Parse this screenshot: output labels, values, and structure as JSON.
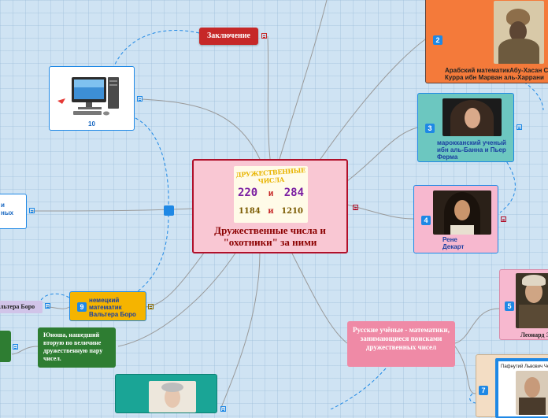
{
  "central": {
    "title": "Дружественные числа и \"охотники\" за ними",
    "image_heading": "ДРУЖЕСТВЕННЫЕ ЧИСЛА",
    "pair1_a": "220",
    "pair1_and": "и",
    "pair1_b": "284",
    "pair2_a": "1184",
    "pair2_and": "и",
    "pair2_b": "1210"
  },
  "conclusion": {
    "label": "Заключение"
  },
  "computer": {
    "caption": "10"
  },
  "left_cut": {
    "line1": "и",
    "line2": "ных"
  },
  "left_tag": {
    "label": "альтера Боро"
  },
  "german": {
    "label": "немецкий математик Вальтера Боро",
    "number": "9"
  },
  "youth": {
    "label": "Юноша, нашедший вторую по величине дружественную пару чисел."
  },
  "arab": {
    "number": "2",
    "caption_line1": "Арабский математикАбу-Хасан С",
    "caption_line2": "Курра ибн Марван аль-Харрани"
  },
  "moroccan": {
    "number": "3",
    "caption": "марокканский ученый ибн аль-Банна и Пьер Ферма"
  },
  "descartes": {
    "number": "4",
    "caption_line1": "Рене",
    "caption_line2": "Декарт"
  },
  "euler": {
    "number": "5",
    "caption": "Леонард Эй"
  },
  "russians": {
    "label": "Русские учёные - математики, занимающиеся поисками дружественных чисел"
  },
  "chebyshev": {
    "number": "7",
    "caption": "Пафнутий Львович Чеб"
  },
  "colors": {
    "central_fill": "#f9c7d3",
    "central_border": "#b0102a",
    "conclusion": "#c62828",
    "arab": "#f47a3a",
    "moroccan": "#6cc7c0",
    "descartes": "#f7b8cf",
    "euler": "#f7b8cf",
    "russians": "#ef8aa6",
    "german": "#f5b400",
    "youth": "#2e7d32",
    "accent": "#1e88e5"
  }
}
